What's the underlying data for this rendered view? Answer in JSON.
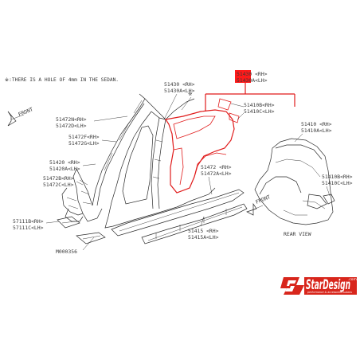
{
  "note": "※:THERE IS A HOLE OF 4mm IN THE SEDAN.",
  "front_label": "FRONT",
  "front_label_2": "FRONT",
  "rear_view_label": "REAR VIEW",
  "highlighted_part": {
    "line1": "51430 <RH>",
    "line2": "51430A<LH>",
    "highlight_color": "#ff1a1a"
  },
  "callouts": [
    {
      "id": "51430",
      "line1": "51430 <RH>",
      "line2": "51430A<LH>"
    },
    {
      "id": "51410B",
      "line1": "51410B<RH>",
      "line2": "51410C<LH>"
    },
    {
      "id": "51472N",
      "line1": "51472N<RH>",
      "line2": "51472D<LH>"
    },
    {
      "id": "51472F",
      "line1": "51472F<RH>",
      "line2": "51472G<LH>"
    },
    {
      "id": "51420",
      "line1": "51420 <RH>",
      "line2": "51420A<LH>"
    },
    {
      "id": "51472B",
      "line1": "51472B<RH>",
      "line2": "51472C<LH>"
    },
    {
      "id": "57111B",
      "line1": "57111B<RH>",
      "line2": "57111C<LH>"
    },
    {
      "id": "M000356",
      "line1": "M000356"
    },
    {
      "id": "51472",
      "line1": "51472 <RH>",
      "line2": "51472A<LH>"
    },
    {
      "id": "51415",
      "line1": "51415 <RH>",
      "line2": "51415A<LH>"
    },
    {
      "id": "51410",
      "line1": "51410 <RH>",
      "line2": "51410A<LH>"
    },
    {
      "id": "51410B-rear",
      "line1": "51410B<RH>",
      "line2": "51410C<LH>"
    }
  ],
  "logo": {
    "text": "StarDesign",
    "domain": ".com",
    "tagline": "performance & accessories subaru",
    "background_color": "#d8261c"
  }
}
